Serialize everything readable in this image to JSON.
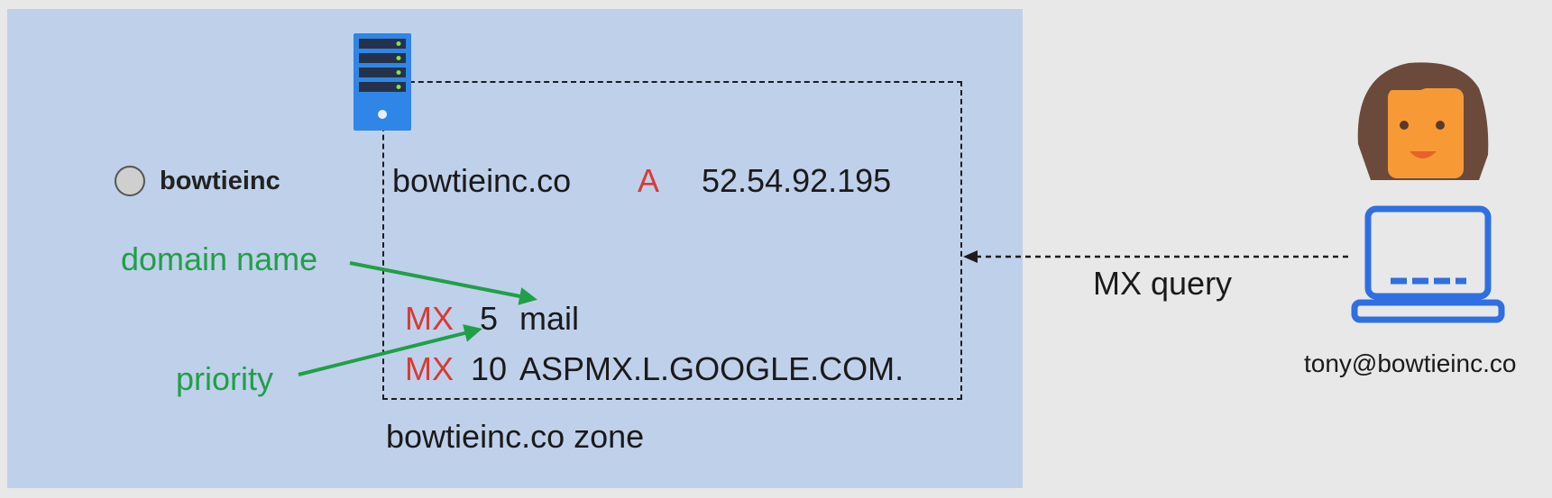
{
  "org": {
    "name": "bowtieinc"
  },
  "zone": {
    "a_record": {
      "domain": "bowtieinc.co",
      "type": "A",
      "value": "52.54.92.195"
    },
    "mx_records": [
      {
        "type": "MX",
        "priority": "5",
        "target": "mail"
      },
      {
        "type": "MX",
        "priority": "10",
        "target": "ASPMX.L.GOOGLE.COM."
      }
    ],
    "label": "bowtieinc.co zone"
  },
  "annotations": {
    "domain_name": "domain name",
    "priority": "priority"
  },
  "query": {
    "label": "MX query"
  },
  "user": {
    "email": "tony@bowtieinc.co"
  },
  "colors": {
    "panel": "#bfd0ea",
    "record_type": "#d93a34",
    "annotation": "#1fa046",
    "laptop": "#2f6fe0",
    "server": "#2f86e6"
  },
  "icons": [
    "server-icon",
    "user-avatar-icon",
    "laptop-icon",
    "org-circle-icon"
  ]
}
